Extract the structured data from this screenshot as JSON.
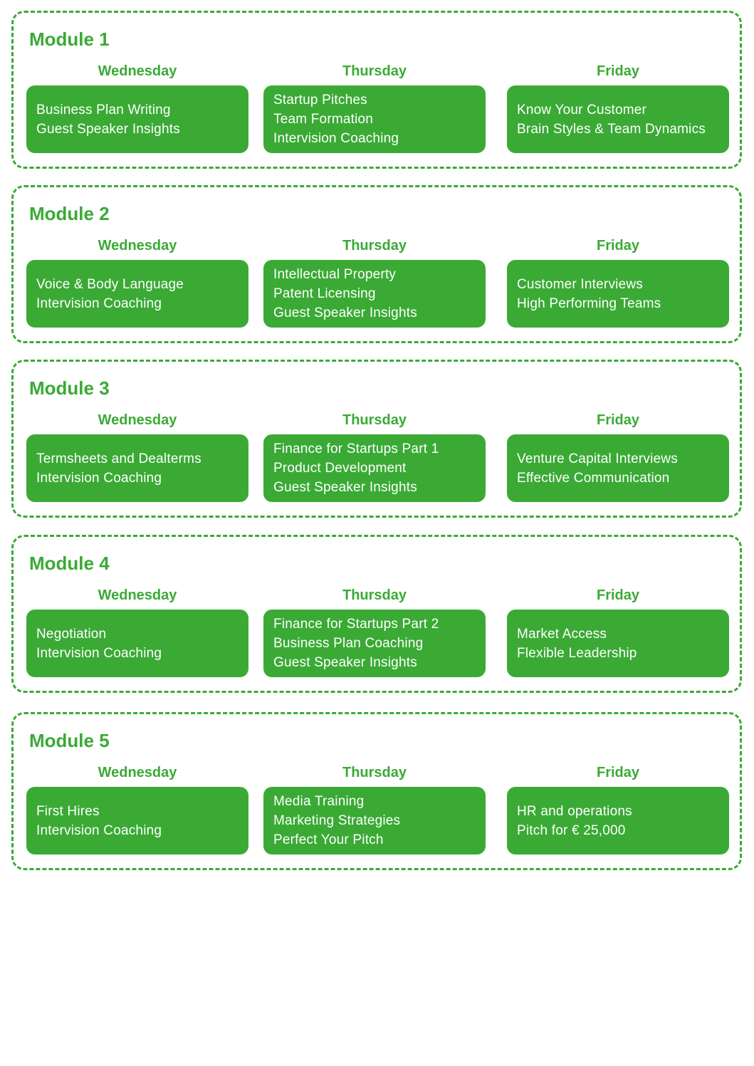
{
  "colors": {
    "accent": "#3aaa35",
    "card_text": "#ffffff"
  },
  "modules": [
    {
      "title": "Module 1",
      "days": [
        {
          "day": "Wednesday",
          "items": [
            "Business Plan Writing",
            "Guest Speaker Insights"
          ]
        },
        {
          "day": "Thursday",
          "items": [
            "Startup Pitches",
            "Team Formation",
            "Intervision Coaching"
          ]
        },
        {
          "day": "Friday",
          "items": [
            "Know Your Customer",
            "Brain Styles & Team Dynamics"
          ]
        }
      ]
    },
    {
      "title": "Module 2",
      "days": [
        {
          "day": "Wednesday",
          "items": [
            "Voice & Body Language",
            "Intervision Coaching"
          ]
        },
        {
          "day": "Thursday",
          "items": [
            "Intellectual Property",
            "Patent Licensing",
            "Guest Speaker Insights"
          ]
        },
        {
          "day": "Friday",
          "items": [
            "Customer Interviews",
            "High Performing Teams"
          ]
        }
      ]
    },
    {
      "title": "Module 3",
      "days": [
        {
          "day": "Wednesday",
          "items": [
            "Termsheets and Dealterms",
            "Intervision Coaching"
          ]
        },
        {
          "day": "Thursday",
          "items": [
            "Finance for Startups Part 1",
            "Product Development",
            "Guest Speaker Insights"
          ]
        },
        {
          "day": "Friday",
          "items": [
            "Venture Capital Interviews",
            "Effective Communication"
          ]
        }
      ]
    },
    {
      "title": "Module 4",
      "days": [
        {
          "day": "Wednesday",
          "items": [
            "Negotiation",
            "Intervision Coaching"
          ]
        },
        {
          "day": "Thursday",
          "items": [
            "Finance for Startups Part 2",
            "Business Plan Coaching",
            "Guest Speaker Insights"
          ]
        },
        {
          "day": "Friday",
          "items": [
            "Market Access",
            "Flexible Leadership"
          ]
        }
      ]
    },
    {
      "title": "Module 5",
      "days": [
        {
          "day": "Wednesday",
          "items": [
            "First Hires",
            "Intervision Coaching"
          ]
        },
        {
          "day": "Thursday",
          "items": [
            "Media Training",
            "Marketing Strategies",
            "Perfect Your Pitch"
          ]
        },
        {
          "day": "Friday",
          "items": [
            "HR and operations",
            "Pitch for € 25,000"
          ]
        }
      ]
    }
  ]
}
